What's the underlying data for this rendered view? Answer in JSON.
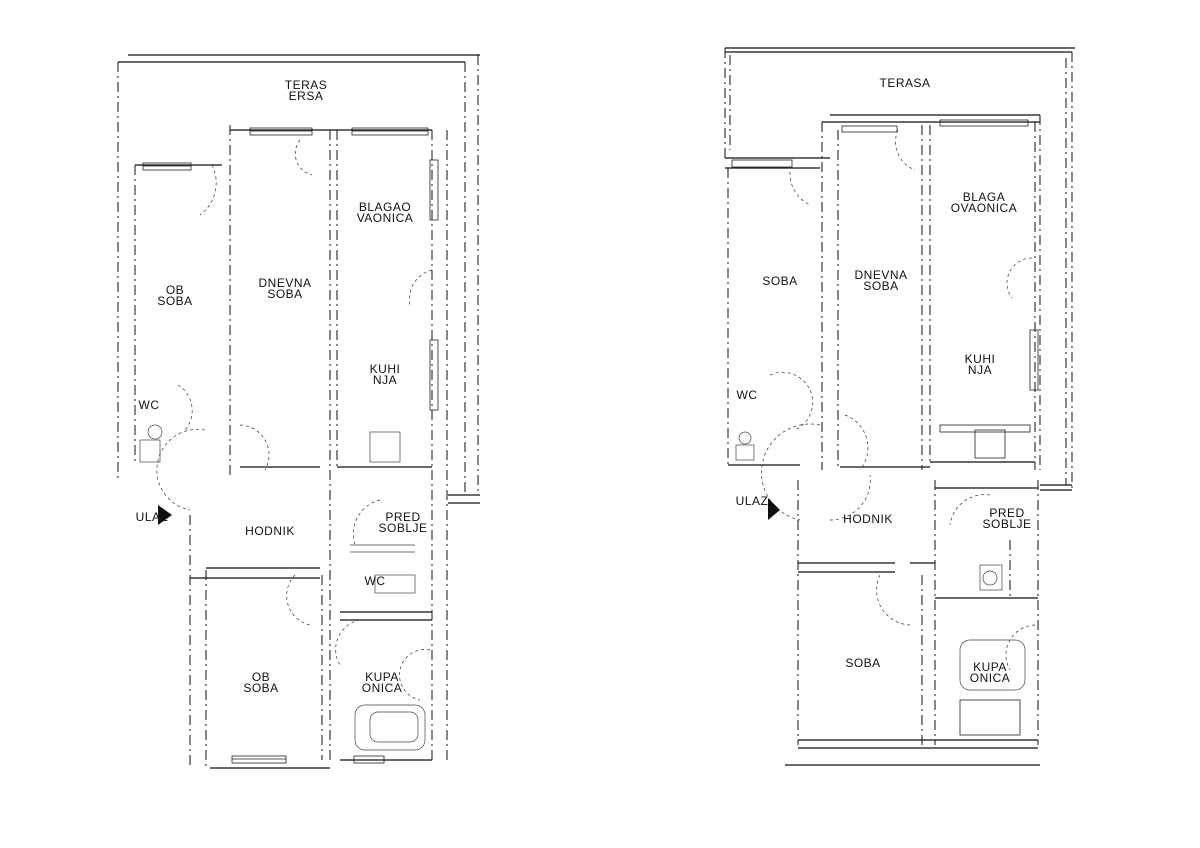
{
  "plans": [
    {
      "rooms": {
        "terasa": [
          "TERAS",
          "ERSA"
        ],
        "soba_left": [
          "OB",
          "SOBA"
        ],
        "dnevna": [
          "DNEVNA",
          "SOBA"
        ],
        "blagovaonica": [
          "BLAGAO",
          "VAONICA"
        ],
        "kuhinja": [
          "KUHI",
          "NJA"
        ],
        "wc_small": [
          "WC"
        ],
        "hodnik": [
          "HODNIK"
        ],
        "soba_bottom": [
          "OB",
          "SOBA"
        ],
        "predsoblje": [
          "PRED",
          "SOBLJE"
        ],
        "wc_bath": [
          "WC"
        ],
        "kupaonica": [
          "KUPA",
          "ONICA"
        ],
        "ulaz": [
          "ULAZ"
        ]
      }
    },
    {
      "rooms": {
        "terasa": [
          "TERASA"
        ],
        "soba_left": [
          "SOBA"
        ],
        "dnevna": [
          "DNEVNA",
          "SOBA"
        ],
        "blagovaonica": [
          "BLAGA",
          "OVAONICA"
        ],
        "kuhinja": [
          "KUHI",
          "NJA"
        ],
        "wc_small": [
          "WC"
        ],
        "ulaz": [
          "ULAZ"
        ],
        "hodnik": [
          "HODNIK"
        ],
        "predsoblje": [
          "PRED",
          "SOBLJE"
        ],
        "soba_bottom": [
          "SOBA"
        ],
        "kupaonica": [
          "KUPA",
          "ONICA"
        ]
      }
    }
  ]
}
